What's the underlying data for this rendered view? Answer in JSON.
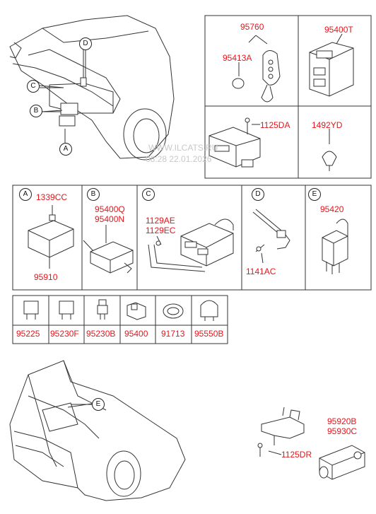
{
  "labels": {
    "p95760": "95760",
    "p95413A": "95413A",
    "p95400T": "95400T",
    "p1125DA": "1125DA",
    "p1492YD": "1492YD",
    "p1339CC": "1339CC",
    "p95910": "95910",
    "p95400Q": "95400Q",
    "p95400N": "95400N",
    "p1129AE": "1129AE",
    "p1129EC": "1129EC",
    "p1141AC": "1141AC",
    "p95420": "95420",
    "p95225": "95225",
    "p95230F": "95230F",
    "p95230B": "95230B",
    "p95400": "95400",
    "p91713": "91713",
    "p95550B": "95550B",
    "p95920B": "95920B",
    "p95930C": "95930C",
    "p1125DR": "1125DR"
  },
  "callouts": {
    "A": "A",
    "B": "B",
    "C": "C",
    "D": "D",
    "E": "E"
  },
  "watermark": {
    "line1": "WWW.ILCATS.RU",
    "line2": "08:28 22.01.2026"
  }
}
